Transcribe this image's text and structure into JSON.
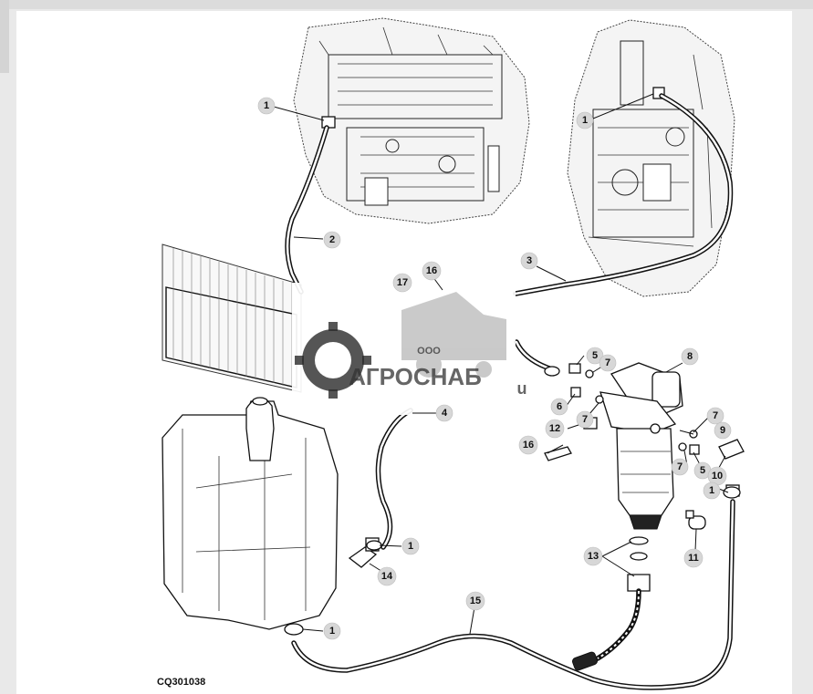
{
  "figure_code": "CQ301038",
  "watermark": {
    "company_prefix": "ООО",
    "company_name": "АГРОСНАБ",
    "suffix": "u"
  },
  "callouts": [
    {
      "id": "c1a",
      "label": "1"
    },
    {
      "id": "c2",
      "label": "2"
    },
    {
      "id": "c1b",
      "label": "1"
    },
    {
      "id": "c3",
      "label": "3"
    },
    {
      "id": "c17",
      "label": "17"
    },
    {
      "id": "c16a",
      "label": "16"
    },
    {
      "id": "c4",
      "label": "4"
    },
    {
      "id": "c5a",
      "label": "5"
    },
    {
      "id": "c7a",
      "label": "7"
    },
    {
      "id": "c8",
      "label": "8"
    },
    {
      "id": "c6",
      "label": "6"
    },
    {
      "id": "c7b",
      "label": "7"
    },
    {
      "id": "c12",
      "label": "12"
    },
    {
      "id": "c7c",
      "label": "7"
    },
    {
      "id": "c9",
      "label": "9"
    },
    {
      "id": "c7d",
      "label": "7"
    },
    {
      "id": "c16b",
      "label": "16"
    },
    {
      "id": "c5b",
      "label": "5"
    },
    {
      "id": "c10",
      "label": "10"
    },
    {
      "id": "c1c",
      "label": "1"
    },
    {
      "id": "c1d",
      "label": "1"
    },
    {
      "id": "c14",
      "label": "14"
    },
    {
      "id": "c13",
      "label": "13"
    },
    {
      "id": "c11",
      "label": "11"
    },
    {
      "id": "c15",
      "label": "15"
    },
    {
      "id": "c1e",
      "label": "1"
    }
  ]
}
